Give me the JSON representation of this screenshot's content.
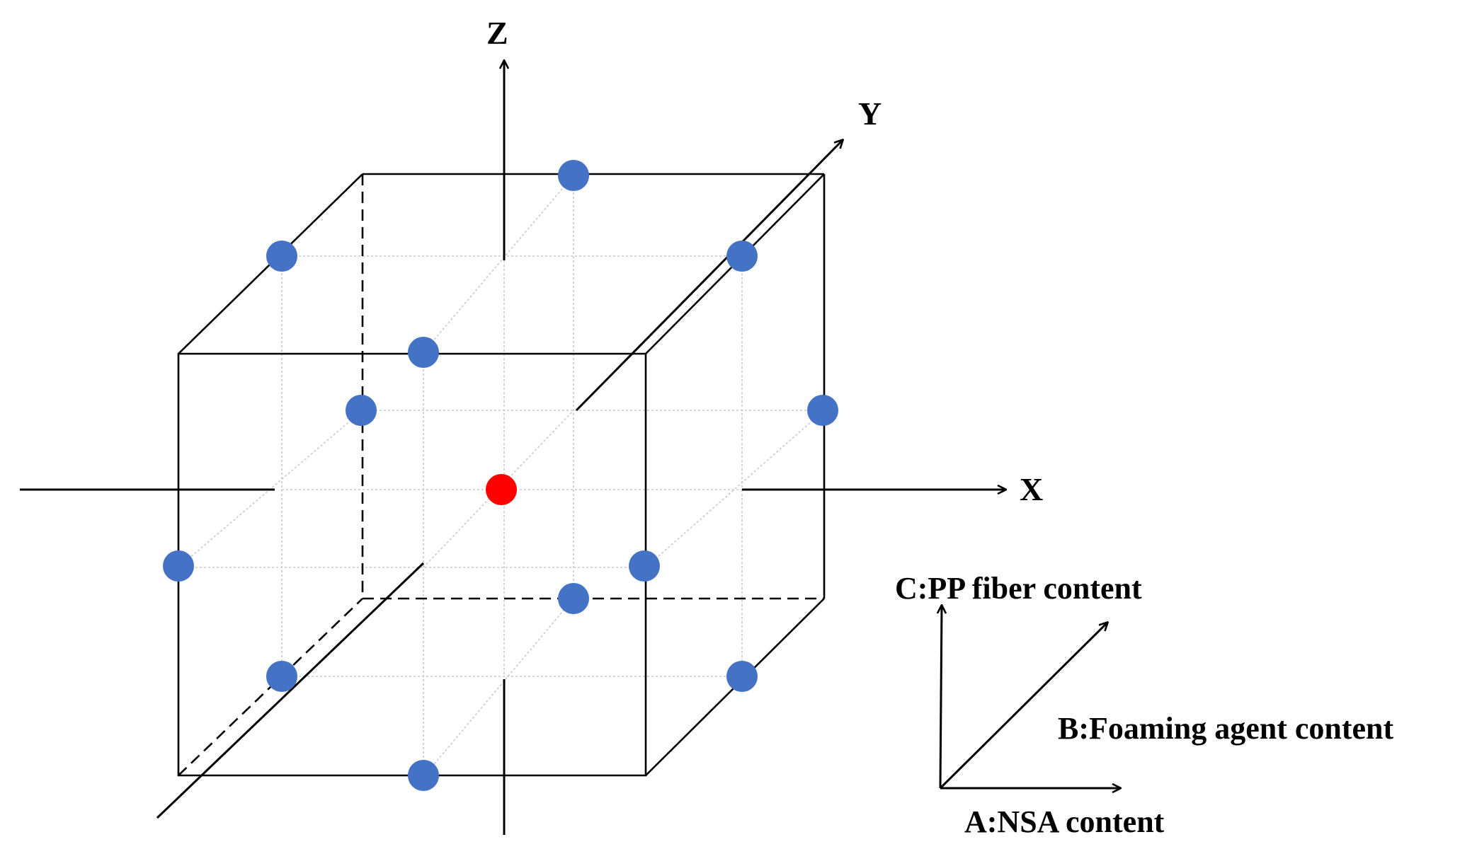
{
  "diagram": {
    "axes": {
      "x": "X",
      "y": "Y",
      "z": "Z"
    },
    "legend": {
      "a": "A:NSA content",
      "b": "B:Foaming agent content",
      "c": "C:PP fiber content"
    },
    "point_colors": {
      "edge_midpoint": "#4472C4",
      "center": "#FF0000"
    },
    "design_points": [
      {
        "A": 0,
        "B": 1,
        "C": 1
      },
      {
        "A": -1,
        "B": 0,
        "C": 1
      },
      {
        "A": 1,
        "B": 0,
        "C": 1
      },
      {
        "A": 0,
        "B": -1,
        "C": 1
      },
      {
        "A": -1,
        "B": 1,
        "C": 0
      },
      {
        "A": 1,
        "B": 1,
        "C": 0
      },
      {
        "A": -1,
        "B": -1,
        "C": 0
      },
      {
        "A": 1,
        "B": -1,
        "C": 0
      },
      {
        "A": 0,
        "B": 1,
        "C": -1
      },
      {
        "A": -1,
        "B": 0,
        "C": -1
      },
      {
        "A": 1,
        "B": 0,
        "C": -1
      },
      {
        "A": 0,
        "B": -1,
        "C": -1
      },
      {
        "A": 0,
        "B": 0,
        "C": 0
      }
    ]
  }
}
